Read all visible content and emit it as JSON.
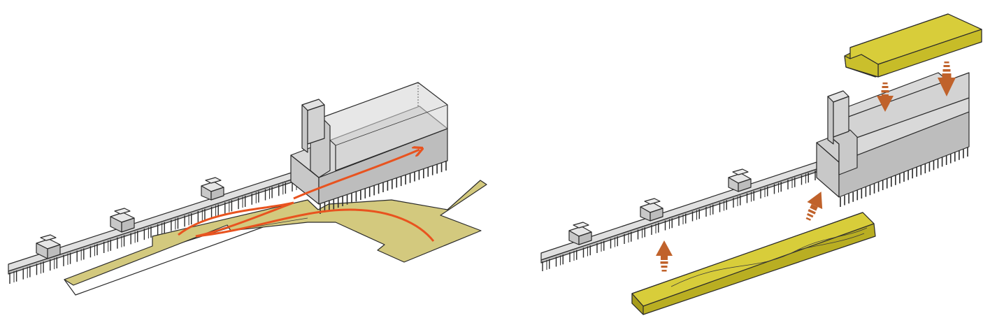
{
  "colors": {
    "background": "#ffffff",
    "building_top": "#d9d9d9",
    "building_front": "#c8c8c8",
    "building_side": "#bdbdbd",
    "ground_plane": "#d3c97e",
    "yellow_volume": "#d8cd3a",
    "yellow_volume_dark": "#b9ae22",
    "circulation_arrow": "#e8531f",
    "placement_arrow": "#c0622b",
    "outline": "#2a2a2a"
  },
  "panels": [
    {
      "name": "circulation-diagram",
      "arrow_icons": [
        "curved-path-arrow",
        "straight-path-arrow"
      ]
    },
    {
      "name": "assembly-diagram",
      "arrow_icons": [
        "down-arrow",
        "down-arrow",
        "up-arrow",
        "up-arrow"
      ]
    }
  ]
}
